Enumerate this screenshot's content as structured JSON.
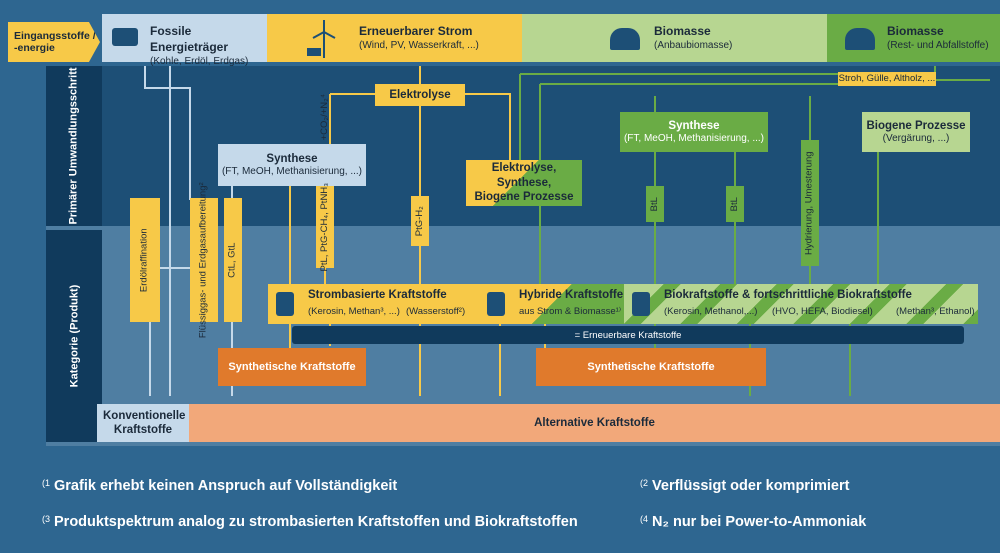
{
  "colors": {
    "background": "#2e6690",
    "band_primary": "#1d4f76",
    "band_category": "#4f7ea2",
    "yellow": "#f7c948",
    "light_blue": "#c5d9ea",
    "light_green": "#b7d691",
    "green": "#6aac45",
    "orange": "#e07a2c",
    "salmon": "#f2a87a"
  },
  "labels": {
    "eingang": "Eingangsstoffe / -energie",
    "primaer": "Primärer Umwandlungsschritt",
    "kategorie": "Kategorie (Produkt)"
  },
  "sources": [
    {
      "title": "Fossile Energieträger",
      "sub": "(Kohle, Erdöl, Erdgas)",
      "icon": "coal-cart-icon"
    },
    {
      "title": "Erneuerbarer Strom",
      "sub": "(Wind, PV, Wasserkraft, ...)",
      "icon": "wind-solar-icon"
    },
    {
      "title": "Biomasse",
      "sub": "(Anbaubiomasse)",
      "icon": "silo-icon"
    },
    {
      "title": "Biomasse",
      "sub": "(Rest- und Abfallstoffe)",
      "icon": "silo-icon"
    }
  ],
  "stroh": "Stroh, Gülle, Altholz, ...",
  "elektrolyse": "Elektrolyse",
  "co2": "+CO₂/+N₂⁴",
  "synthese1": {
    "title": "Synthese",
    "sub": "(FT, MeOH, Methanisierung, ...)"
  },
  "hybrid_process": {
    "line1": "Elektrolyse, Synthese,",
    "line2": "Biogene Prozesse"
  },
  "synthese2": {
    "title": "Synthese",
    "sub": "(FT, MeOH, Methanisierung, ...)"
  },
  "biogen": {
    "title": "Biogene Prozesse",
    "sub": "(Vergärung, ...)"
  },
  "vertical": {
    "erdoel": "Erdölraffination",
    "fluessig": "Flüssiggas- und Erdgasaufbereitung²",
    "ctl": "CtL, GtL",
    "ptl": "PtL, PtG-CH₄, PtNH₃",
    "ptg": "PtG-H₂",
    "btl1": "BtL",
    "btl2": "BtL",
    "hydrierung": "Hydrierung, Umesterung"
  },
  "products": {
    "strom": {
      "title": "Strombasierte Kraftstoffe",
      "sub1": "(Kerosin, Methan³, ...)",
      "sub2": "(Wasserstoff²)"
    },
    "hybrid": {
      "title": "Hybride Kraftstoffe",
      "sub": "aus Strom & Biomasse¹⁾"
    },
    "bio": {
      "title": "Biokraftstoffe & fortschrittliche Biokraftstoffe",
      "sub1": "(Kerosin, Methanol,...)",
      "sub2": "(HVO, HEFA, Biodiesel)",
      "sub3": "(Methan³, Ethanol)"
    }
  },
  "erneuerbar": "= Erneuerbare Kraftstoffe",
  "synth1": "Synthetische Kraftstoffe",
  "synth2": "Synthetische Kraftstoffe",
  "konventionell": "Konventionelle Kraftstoffe",
  "alternativ": "Alternative Kraftstoffe",
  "notes": [
    {
      "mark": "(1",
      "text": "Grafik erhebt keinen Anspruch auf Vollständigkeit"
    },
    {
      "mark": "(2",
      "text": "Verflüssigt oder komprimiert"
    },
    {
      "mark": "(3",
      "text": "Produktspektrum analog zu strombasierten Kraftstoffen und Biokraftstoffen"
    },
    {
      "mark": "(4",
      "text": "N₂ nur bei Power-to-Ammoniak"
    }
  ]
}
